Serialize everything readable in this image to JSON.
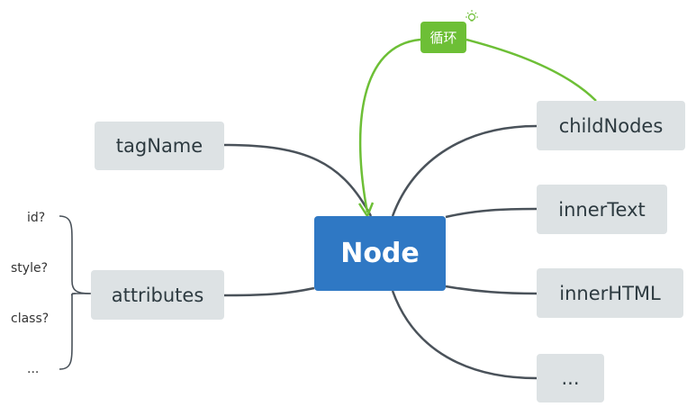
{
  "root": {
    "label": "Node"
  },
  "left_nodes": {
    "tagName": "tagName",
    "attributes": "attributes"
  },
  "right_nodes": {
    "childNodes": "childNodes",
    "innerText": "innerText",
    "innerHTML": "innerHTML",
    "more": "..."
  },
  "relation": {
    "label": "循环",
    "icon": "lightbulb-icon"
  },
  "attribute_items": [
    "id?",
    "style?",
    "class?",
    "..."
  ],
  "colors": {
    "root": "#2f78c4",
    "node": "#dde2e4",
    "branch": "#4a525a",
    "relation": "#6dbf36"
  }
}
